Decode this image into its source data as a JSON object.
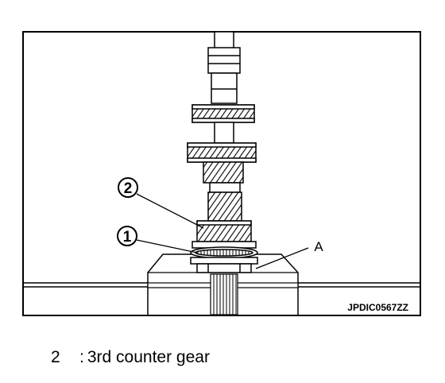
{
  "figure": {
    "code": "JPDIC0567ZZ",
    "callouts": {
      "c1": "1",
      "c2": "2",
      "a": "A"
    }
  },
  "legend": [
    {
      "number": "2",
      "separator": ":",
      "text": "3rd counter gear"
    }
  ]
}
